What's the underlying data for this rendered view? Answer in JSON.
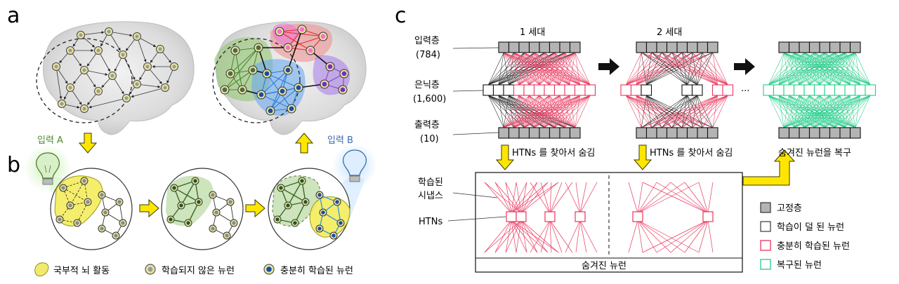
{
  "panel_a": {
    "letter": "a"
  },
  "panel_b": {
    "letter": "b",
    "input_a": "입력 A",
    "input_b": "입력 B",
    "legend": {
      "local_activity": "국부적 뇌 활동",
      "untrained_neuron": "학습되지 않은 뉴런",
      "trained_neuron": "충분히 학습된 뉴런"
    }
  },
  "panel_c": {
    "letter": "c",
    "generation_1": "1 세대",
    "generation_2": "2 세대",
    "input_layer": "입력층",
    "input_layer_size": "(784)",
    "hidden_layer": "은닉층",
    "hidden_layer_size": "(1,600)",
    "output_layer": "출력층",
    "output_layer_size": "(10)",
    "find_hide_1": "HTNs 를 찾아서 숨김",
    "find_hide_2": "HTNs 를 찾아서 숨김",
    "restore": "숨겨진 뉴런을 복구",
    "ellipsis": "···",
    "learned_synapse_line1": "학습된",
    "learned_synapse_line2": "시냅스",
    "htns": "HTNs",
    "hidden_neurons": "숨겨진 뉴런",
    "legend": {
      "fixed_layer": "고정층",
      "undertrained": "학습이 덜 된 뉴런",
      "trained": "충분히 학습된 뉴런",
      "restored": "복구된 뉴런"
    }
  },
  "colors": {
    "trained_red": "#e8365d",
    "restored_green": "#22cc88",
    "brain_green": "#4d8a2e",
    "brain_blue": "#2a7fd4",
    "arrow_yellow": "#ffe600",
    "fixed_gray": "#b4b4b4"
  }
}
